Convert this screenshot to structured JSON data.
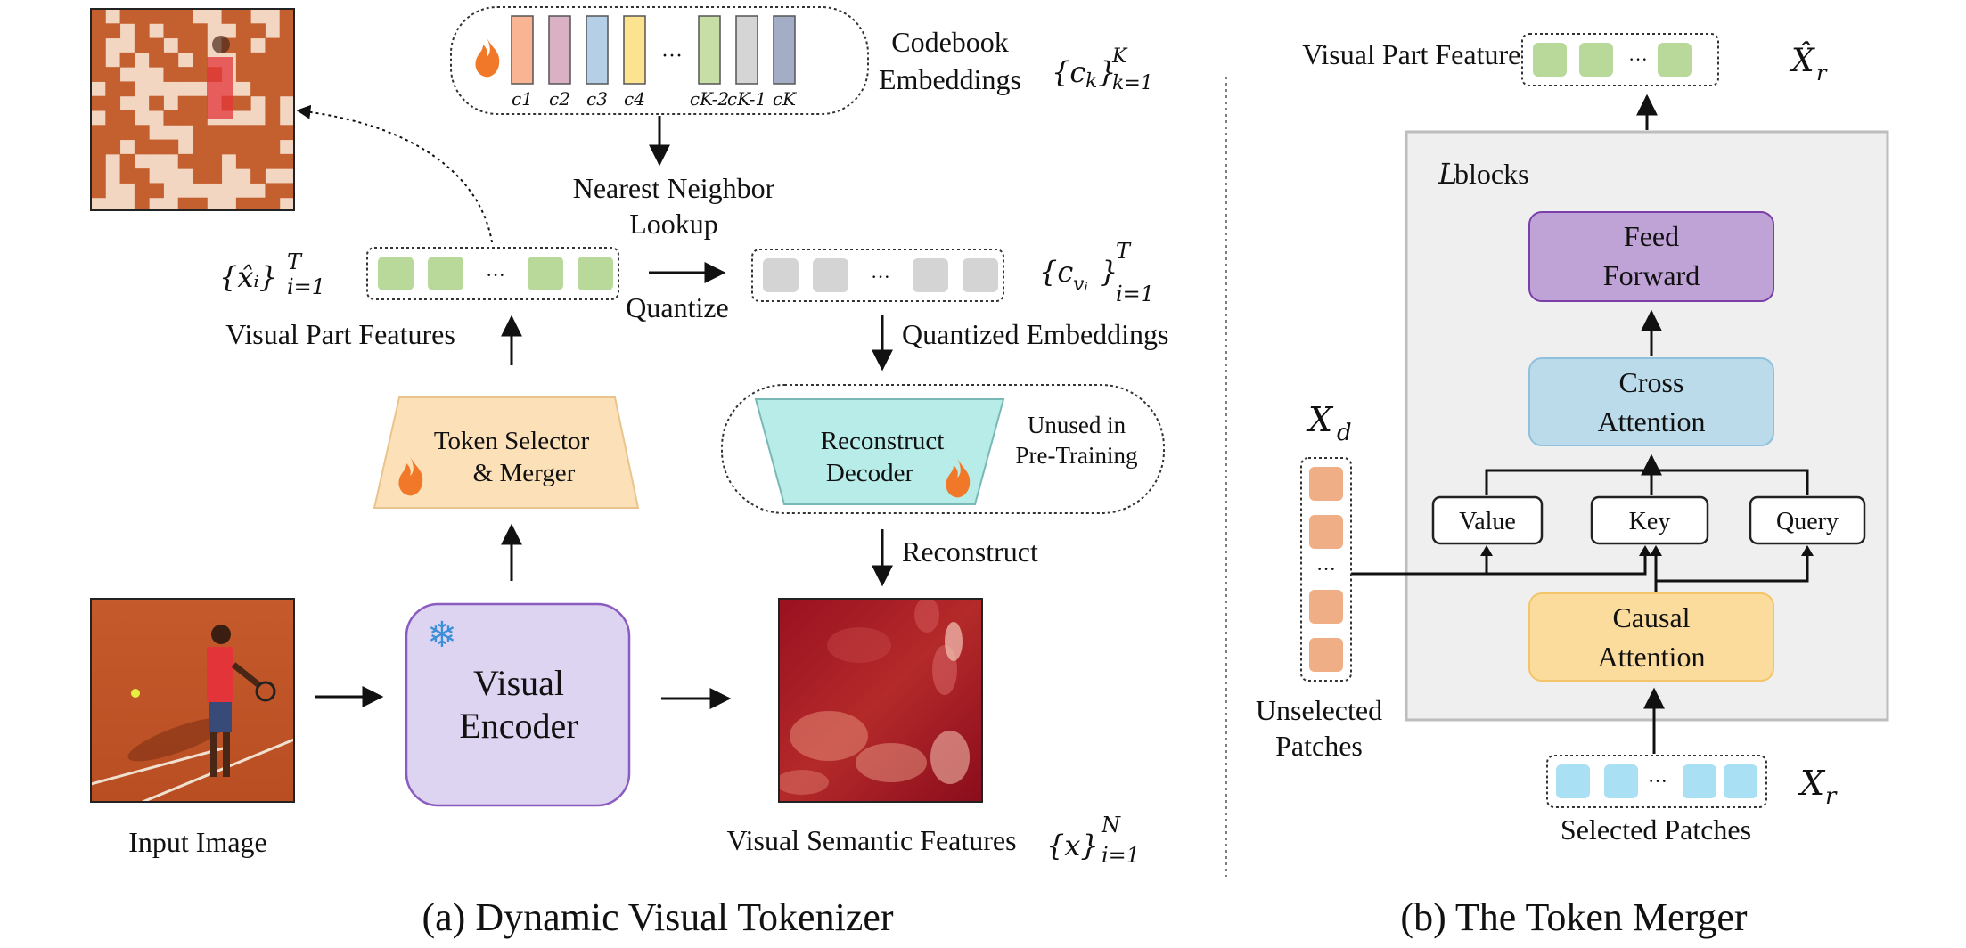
{
  "panel_a": {
    "codebook": {
      "labels": [
        "c1",
        "c2",
        "c3",
        "c4",
        "...",
        "cK-2",
        "cK-1",
        "cK"
      ],
      "colors": [
        "#f8b493",
        "#d9b0c4",
        "#b4cfe6",
        "#fbe38f",
        "#ffffff",
        "#c7dfa6",
        "#d5d5d5",
        "#a3aec6"
      ],
      "title_line1": "Codebook",
      "title_line2": "Embeddings",
      "math_base": "{c",
      "math_sub": "k",
      "math_sup": "K",
      "math_lower": "k=1",
      "math_close": "}"
    },
    "nn_lookup_line1": "Nearest Neighbor",
    "nn_lookup_line2": "Lookup",
    "quantize_label": "Quantize",
    "visual_part_features_label": "Visual Part Features",
    "vpf_math": "{x̂ᵢ}",
    "vpf_sup": "T",
    "vpf_sub": "i=1",
    "quantized_embeddings_label": "Quantized Embeddings",
    "cv_math": "{c",
    "cv_sub": "vᵢ",
    "cv_sup": "T",
    "cv_lower": "i=1",
    "token_selector_line1": "Token Selector",
    "token_selector_line2": "& Merger",
    "reconstruct_decoder_line1": "Reconstruct",
    "reconstruct_decoder_line2": "Decoder",
    "unused_line1": "Unused in",
    "unused_line2": "Pre-Training",
    "reconstruct_label": "Reconstruct",
    "visual_encoder_line1": "Visual",
    "visual_encoder_line2": "Encoder",
    "input_image_label": "Input Image",
    "visual_semantic_features_label": "Visual Semantic Features",
    "vsf_math": "{x}",
    "vsf_sup": "N",
    "vsf_sub": "i=1",
    "ellipsis": "···",
    "caption": "(a) Dynamic Visual Tokenizer"
  },
  "panel_b": {
    "visual_part_features_label": "Visual Part Features",
    "xr_hat": "X̂",
    "xr_hat_sub": "r",
    "l_blocks_var": "L",
    "l_blocks_text": " blocks",
    "feed_forward_line1": "Feed",
    "feed_forward_line2": "Forward",
    "cross_attention_line1": "Cross",
    "cross_attention_line2": "Attention",
    "value_label": "Value",
    "key_label": "Key",
    "query_label": "Query",
    "causal_attention_line1": "Causal",
    "causal_attention_line2": "Attention",
    "xd": "X",
    "xd_sub": "d",
    "unselected_line1": "Unselected",
    "unselected_line2": "Patches",
    "selected_patches_label": "Selected Patches",
    "xr": "X",
    "xr_sub": "r",
    "ellipsis": "···",
    "caption": "(b) The Token Merger"
  },
  "colors": {
    "green_token": "#b9d99a",
    "gray_token": "#d4d4d4",
    "cyan_token": "#a9e0f3",
    "orange_token": "#f0ae86",
    "encoder_fill": "#ddd4f1",
    "encoder_stroke": "#8a5cc0",
    "selector_fill": "#fbe0b8",
    "decoder_fill": "#b7ece9",
    "feed_forward_fill": "#c0a3d6",
    "feed_forward_stroke": "#7a3fa8",
    "cross_attention_fill": "#bcdbea",
    "cross_attention_stroke": "#8fc1de",
    "causal_attention_fill": "#fbdc9d",
    "causal_attention_stroke": "#f4c46a",
    "lblock_fill": "#efefef",
    "lblock_stroke": "#bdbdbd",
    "flame": "#f07828",
    "snowflake": "#3a8fd8"
  }
}
